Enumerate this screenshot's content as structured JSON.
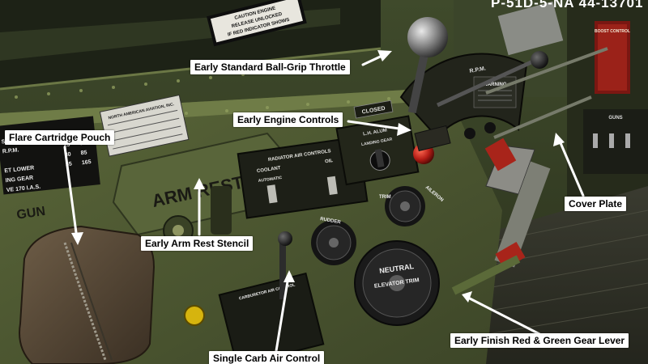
{
  "header": {
    "aircraft_id": "P-51D-5-NA 44-13701"
  },
  "callouts": {
    "throttle": "Early Standard Ball-Grip Throttle",
    "engine_controls": "Early Engine Controls",
    "flare_pouch": "Flare Cartridge Pouch",
    "cover_plate": "Cover Plate",
    "arm_rest_stencil": "Early Arm Rest Stencil",
    "gear_lever": "Early Finish Red & Green Gear Lever",
    "carb_air": "Single Carb Air Control"
  },
  "stencils": {
    "arm_rest": "ARM REST",
    "gun": "GUN",
    "caution_1": "CAUTION ENGINE",
    "caution_2": "RELEASE UNLOCKED",
    "caution_3": "IF RED INDICATOR SHOWS",
    "north_american_1": "NORTH AMERICAN AVIATION, INC.",
    "rpm": "R.P.M.",
    "warning": "WARNING",
    "closed": "CLOSED",
    "rudder": "RUDDER",
    "trim": "TRIM",
    "aileron": "AILERON",
    "neutral": "NEUTRAL",
    "elevator_trim": "ELEVATOR TRIM",
    "carburetor_air_control": "CARBURETOR AIR CONTROL",
    "boost_control": "BOOST CONTROL",
    "guns": "GUNS",
    "speed_table_1": "SPEED",
    "speed_table_2": "R.P.M.",
    "speed_table_3": "ET LOWER",
    "speed_table_4": "ING GEAR",
    "speed_table_5": "VE 170 I.A.S.",
    "radiator_air_controls": "RADIATOR AIR CONTROLS",
    "coolant": "COOLANT",
    "oil": "OIL",
    "automatic": "AUTOMATIC",
    "lh_alum": "L.H. ALUM",
    "landing_gear": "LANDING GEAR"
  },
  "colors": {
    "panel_olive": "#4f5a33",
    "panel_dark": "#2a2f1c",
    "knob_red": "#b51d16",
    "callout_bg": "#ffffff",
    "arrow": "#ffffff"
  },
  "icons": {
    "throttle_ball": "ball-grip-icon",
    "mixture_knob": "red-knob-icon",
    "trim_wheel": "trim-wheel-icon"
  }
}
